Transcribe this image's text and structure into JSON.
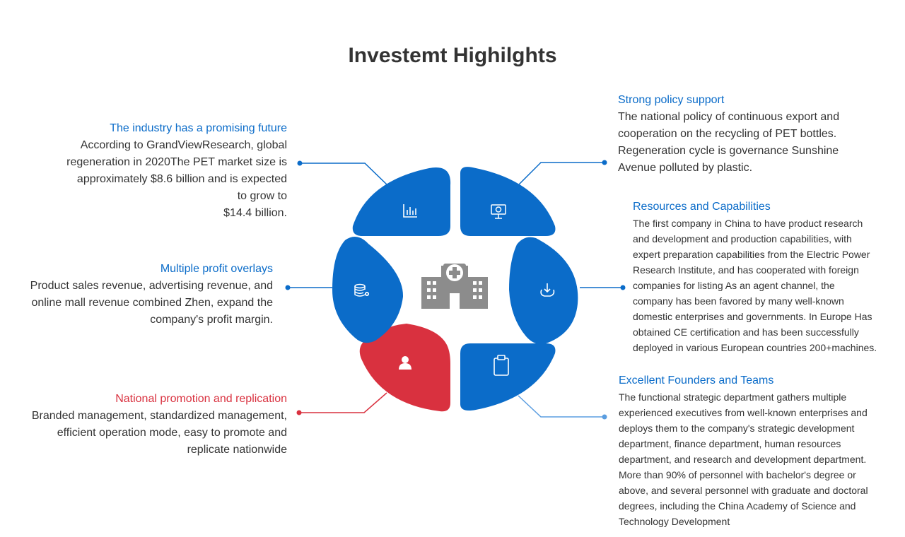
{
  "page": {
    "title": "Investemt Highilghts"
  },
  "colors": {
    "blue": "#0b6cc9",
    "red": "#d9313f",
    "gray_icon": "#8c8c8c",
    "text": "#333333"
  },
  "center_icon": "hospital-building-icon",
  "segments": [
    {
      "id": "industry",
      "icon": "bar-chart-icon",
      "color": "#0b6cc9"
    },
    {
      "id": "policy",
      "icon": "presentation-board-icon",
      "color": "#0b6cc9"
    },
    {
      "id": "resources",
      "icon": "cloud-download-icon",
      "color": "#0b6cc9"
    },
    {
      "id": "founders",
      "icon": "clipboard-icon",
      "color": "#0b6cc9"
    },
    {
      "id": "national",
      "icon": "user-icon",
      "color": "#d9313f"
    },
    {
      "id": "profit",
      "icon": "database-settings-icon",
      "color": "#0b6cc9"
    }
  ],
  "highlights": {
    "industry": {
      "title": "The industry has a promising future",
      "lines": [
        "According to GrandViewResearch, global",
        "regeneration in 2020The PET market size is",
        "approximately $8.6 billion and is expected",
        "to grow to",
        "$14.4 billion."
      ]
    },
    "profit": {
      "title": "Multiple profit overlays",
      "lines": [
        "Product sales revenue, advertising revenue, and",
        "online mall revenue combined Zhen, expand the",
        "company's profit margin."
      ]
    },
    "national": {
      "title": "National promotion and replication",
      "lines": [
        "Branded management, standardized management,",
        "efficient operation mode, easy to promote and",
        "replicate nationwide"
      ]
    },
    "policy": {
      "title": "Strong policy support",
      "lines": [
        "The national policy of continuous export and",
        "cooperation on the recycling of PET bottles.",
        "Regeneration cycle is governance Sunshine",
        "Avenue polluted by plastic."
      ]
    },
    "resources": {
      "title": "Resources and Capabilities",
      "lines": [
        "The first company in China to have product research",
        "and development and production capabilities, with",
        "expert preparation capabilities from the Electric Power",
        "Research Institute, and has cooperated with foreign",
        "companies for listing As an agent channel, the",
        "company has been favored by many well-known",
        "domestic enterprises and governments. In Europe Has",
        "obtained CE certification and has been successfully",
        "deployed in various European countries 200+machines."
      ]
    },
    "founders": {
      "title": "Excellent Founders and Teams",
      "lines": [
        "The functional strategic department gathers multiple",
        "experienced executives from well-known enterprises and",
        "deploys them to the company's strategic development",
        "department, finance department, human resources",
        "department, and research and development department.",
        "More than 90% of personnel with bachelor's degree or",
        "above, and several personnel with graduate and doctoral",
        "degrees, including the China Academy of Science and",
        "Technology Development"
      ]
    }
  }
}
